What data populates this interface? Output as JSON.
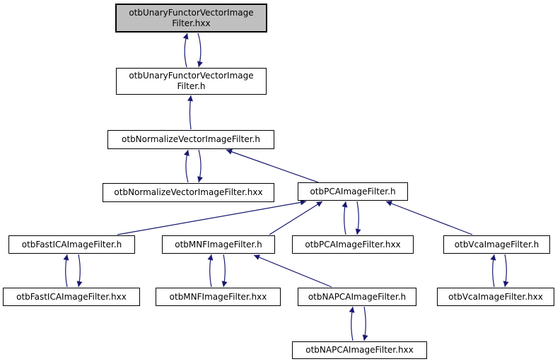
{
  "colors": {
    "edge": "#191970",
    "node_border": "#000000",
    "node_fill": "#ffffff",
    "highlight_fill": "#bfbfbf",
    "text": "#000000",
    "background": "#ffffff"
  },
  "nodes": {
    "unary_hxx": {
      "label": "otbUnaryFunctorVectorImageFilter.hxx",
      "lines": [
        "otbUnaryFunctorVectorImage",
        "Filter.hxx"
      ],
      "highlighted": true
    },
    "unary_h": {
      "label": "otbUnaryFunctorVectorImageFilter.h",
      "lines": [
        "otbUnaryFunctorVectorImage",
        "Filter.h"
      ]
    },
    "normalize_h": {
      "label": "otbNormalizeVectorImageFilter.h"
    },
    "normalize_hxx": {
      "label": "otbNormalizeVectorImageFilter.hxx"
    },
    "pca_h": {
      "label": "otbPCAImageFilter.h"
    },
    "fastica_h": {
      "label": "otbFastICAImageFilter.h"
    },
    "mnf_h": {
      "label": "otbMNFImageFilter.h"
    },
    "pca_hxx": {
      "label": "otbPCAImageFilter.hxx"
    },
    "vca_h": {
      "label": "otbVcaImageFilter.h"
    },
    "fastica_hxx": {
      "label": "otbFastICAImageFilter.hxx"
    },
    "mnf_hxx": {
      "label": "otbMNFImageFilter.hxx"
    },
    "napca_h": {
      "label": "otbNAPCAImageFilter.h"
    },
    "vca_hxx": {
      "label": "otbVcaImageFilter.hxx"
    },
    "napca_hxx": {
      "label": "otbNAPCAImageFilter.hxx"
    }
  },
  "edges": [
    {
      "from": "unary_h",
      "to": "unary_hxx",
      "bidirectional": true
    },
    {
      "from": "normalize_h",
      "to": "unary_h",
      "bidirectional": false
    },
    {
      "from": "normalize_hxx",
      "to": "normalize_h",
      "bidirectional": true
    },
    {
      "from": "pca_h",
      "to": "normalize_h",
      "bidirectional": false
    },
    {
      "from": "fastica_h",
      "to": "pca_h",
      "bidirectional": false
    },
    {
      "from": "mnf_h",
      "to": "pca_h",
      "bidirectional": false
    },
    {
      "from": "vca_h",
      "to": "pca_h",
      "bidirectional": false
    },
    {
      "from": "pca_hxx",
      "to": "pca_h",
      "bidirectional": true
    },
    {
      "from": "fastica_hxx",
      "to": "fastica_h",
      "bidirectional": true
    },
    {
      "from": "mnf_hxx",
      "to": "mnf_h",
      "bidirectional": true
    },
    {
      "from": "napca_h",
      "to": "mnf_h",
      "bidirectional": false
    },
    {
      "from": "napca_hxx",
      "to": "napca_h",
      "bidirectional": true
    },
    {
      "from": "vca_hxx",
      "to": "vca_h",
      "bidirectional": true
    }
  ]
}
